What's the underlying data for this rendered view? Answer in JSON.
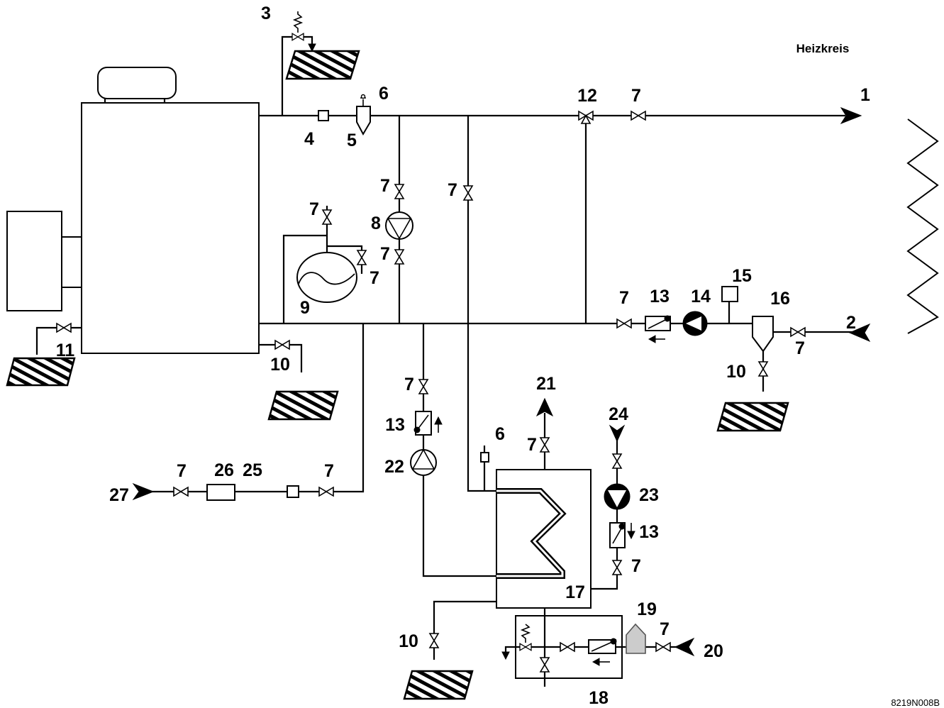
{
  "title": "Heizkreis",
  "figure_code": "8219N008B",
  "callouts": [
    "3",
    "6",
    "12",
    "7",
    "1",
    "4",
    "5",
    "7",
    "7",
    "7",
    "8",
    "7",
    "7",
    "9",
    "7",
    "13",
    "14",
    "15",
    "16",
    "2",
    "7",
    "10",
    "11",
    "10",
    "7",
    "21",
    "24",
    "13",
    "6",
    "7",
    "22",
    "7",
    "26",
    "25",
    "7",
    "27",
    "23",
    "13",
    "7",
    "17",
    "19",
    "7",
    "10",
    "20",
    "18"
  ],
  "colors": {
    "line": "#000000",
    "filter_fill": "#cccccc"
  }
}
